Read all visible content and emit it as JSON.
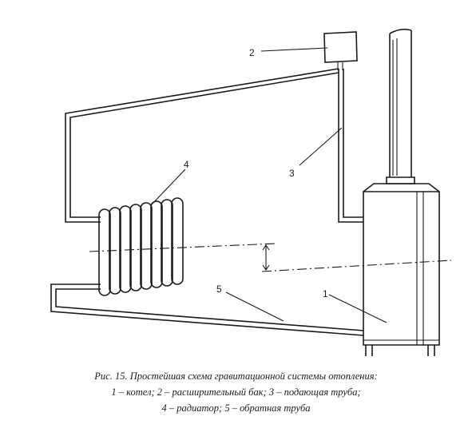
{
  "callouts": {
    "boiler": "1",
    "expansion_tank": "2",
    "supply_pipe": "3",
    "radiator": "4",
    "return_pipe": "5"
  },
  "caption": {
    "line1": "Рис. 15. Простейшая схема гравитационной системы отопления:",
    "line2": "1 – котел; 2 – расширительный бак; 3 – подающая труба;",
    "line3": "4 – радиатор; 5 – обратная труба"
  }
}
